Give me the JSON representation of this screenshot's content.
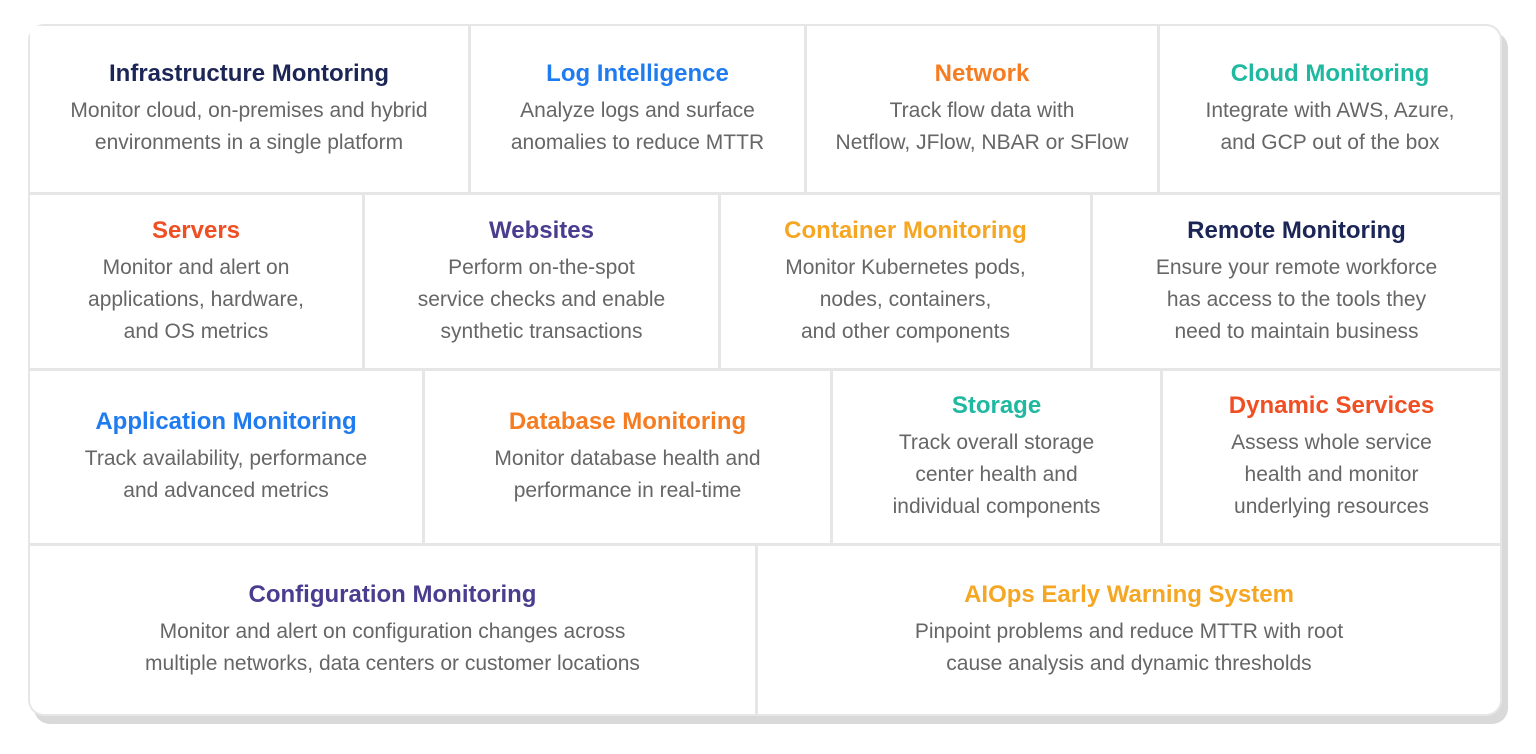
{
  "colors": {
    "navy": "#1c2656",
    "blue": "#1f7cf0",
    "orange": "#f57c20",
    "teal": "#1fb8a0",
    "red": "#f04e23",
    "purple": "#4a3c8f",
    "amber": "#f5a623",
    "text": "#666666"
  },
  "cards": [
    {
      "title": "Infrastructure Montoring",
      "desc": "Monitor cloud, on-premises and hybrid\nenvironments in a single platform",
      "color": "#1c2656"
    },
    {
      "title": "Log Intelligence",
      "desc": "Analyze logs and surface\nanomalies to reduce MTTR",
      "color": "#1f7cf0"
    },
    {
      "title": "Network",
      "desc": "Track flow data with\nNetflow, JFlow, NBAR or SFlow",
      "color": "#f57c20"
    },
    {
      "title": "Cloud Monitoring",
      "desc": "Integrate with AWS, Azure,\nand GCP out of the box",
      "color": "#1fb8a0"
    },
    {
      "title": "Servers",
      "desc": "Monitor and alert on\napplications, hardware,\nand OS metrics",
      "color": "#f04e23"
    },
    {
      "title": "Websites",
      "desc": "Perform on-the-spot\nservice checks and enable\nsynthetic transactions",
      "color": "#4a3c8f"
    },
    {
      "title": "Container Monitoring",
      "desc": "Monitor Kubernetes pods,\nnodes, containers,\nand other components",
      "color": "#f5a623"
    },
    {
      "title": "Remote Monitoring",
      "desc": "Ensure your remote workforce\nhas access to the tools they\nneed to maintain business",
      "color": "#1c2656"
    },
    {
      "title": "Application Monitoring",
      "desc": "Track availability, performance\nand advanced metrics",
      "color": "#1f7cf0"
    },
    {
      "title": "Database Monitoring",
      "desc": "Monitor database health and\nperformance in real-time",
      "color": "#f57c20"
    },
    {
      "title": "Storage",
      "desc": "Track overall storage\ncenter health and\nindividual components",
      "color": "#1fb8a0"
    },
    {
      "title": "Dynamic Services",
      "desc": "Assess whole service\nhealth and monitor\nunderlying resources",
      "color": "#f04e23"
    },
    {
      "title": "Configuration Monitoring",
      "desc": "Monitor and alert on configuration changes across\nmultiple networks, data centers or customer locations",
      "color": "#4a3c8f"
    },
    {
      "title": "AIOps Early Warning System",
      "desc": "Pinpoint problems and reduce MTTR with root\ncause analysis and dynamic thresholds",
      "color": "#f5a623"
    }
  ]
}
